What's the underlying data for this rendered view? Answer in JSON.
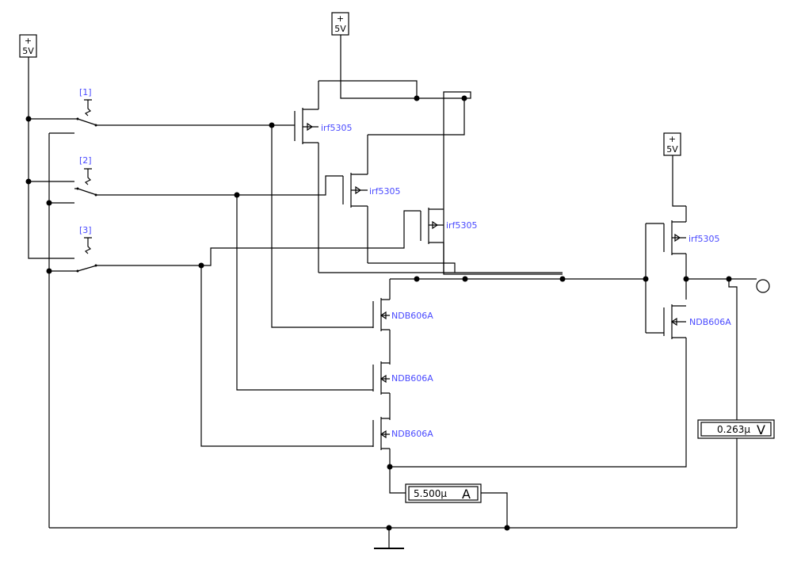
{
  "supplies": [
    {
      "plus": "+",
      "value": "5V"
    },
    {
      "plus": "+",
      "value": "5V"
    },
    {
      "plus": "+",
      "value": "5V"
    }
  ],
  "switches": [
    "[1]",
    "[2]",
    "[3]"
  ],
  "pmos": [
    "irf5305",
    "irf5305",
    "irf5305",
    "irf5305"
  ],
  "nmos": [
    "NDB606A",
    "NDB606A",
    "NDB606A",
    "NDB606A"
  ],
  "voltmeter": {
    "value": "0.263μ",
    "unit": "V"
  },
  "ammeter": {
    "value": "5.500μ",
    "unit": "A"
  }
}
